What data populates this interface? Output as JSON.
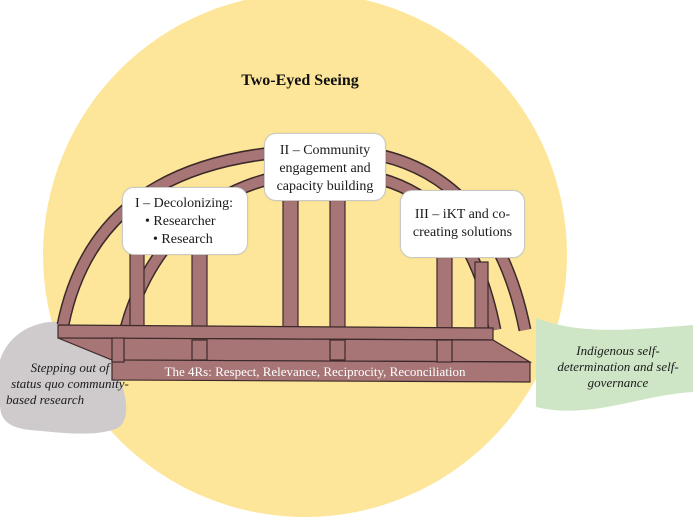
{
  "title": "Two-Eyed Seeing",
  "boxes": {
    "decolonizing": {
      "heading": "I – Decolonizing:",
      "items": [
        "Researcher",
        "Research"
      ]
    },
    "community": {
      "line1": "II – Community",
      "line2": "engagement and",
      "line3": "capacity building"
    },
    "ikt": {
      "line1": "III – iKT and co-",
      "line2": "creating solutions"
    }
  },
  "bridge_deck_label": "The 4Rs: Respect, Relevance, Reciprocity, Reconciliation",
  "left_bank": {
    "line1": "Stepping out of",
    "line2": "status quo community-",
    "line3": "based research"
  },
  "right_bank": {
    "line1": "Indigenous self-",
    "line2": "determination and self-",
    "line3": "governance"
  },
  "colors": {
    "sun": "#fde69a",
    "bridge": "#a77575",
    "bridge_edge": "#3c2a2a",
    "left_bank": "#cfcbcd",
    "right_bank": "#cfe6c6"
  }
}
